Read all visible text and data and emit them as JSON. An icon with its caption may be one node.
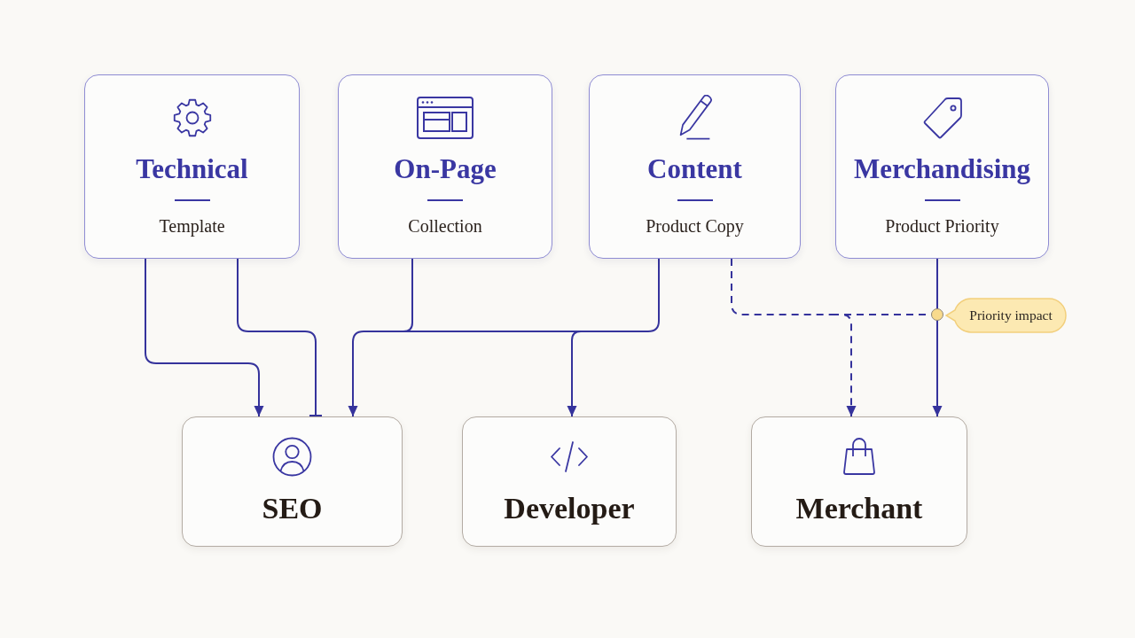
{
  "diagram": {
    "nodes": [
      {
        "text": [
          "Technical",
          "Template"
        ]
      },
      {
        "text": [
          "On-Page",
          "Collection"
        ]
      },
      {
        "text": [
          "Content",
          "Product Copy"
        ]
      },
      {
        "text": [
          "Merchandising",
          "Product Priority"
        ]
      },
      {
        "text": [],
        "shape": "circle"
      },
      {
        "text": [
          "Priority impact"
        ]
      },
      {
        "text": [
          "SEO"
        ]
      },
      {
        "text": [
          "Developer"
        ]
      },
      {
        "text": [
          "Merchant"
        ]
      }
    ],
    "edges": [
      {
        "from": 0,
        "to": 6,
        "arrow": "to"
      },
      {
        "from": 0,
        "to": 6,
        "arrow": "other"
      },
      {
        "from": 1,
        "to": 6,
        "arrow": "to"
      },
      {
        "from": 2,
        "to": 6,
        "arrow": "to"
      },
      {
        "from": 2,
        "to": 7,
        "arrow": "to"
      },
      {
        "from": 2,
        "to": 8,
        "arrow": "to",
        "style": "dashed"
      },
      {
        "from": 2,
        "to": 4,
        "arrow": "none",
        "style": "dashed"
      },
      {
        "from": 3,
        "to": 8,
        "arrow": "to"
      }
    ]
  }
}
